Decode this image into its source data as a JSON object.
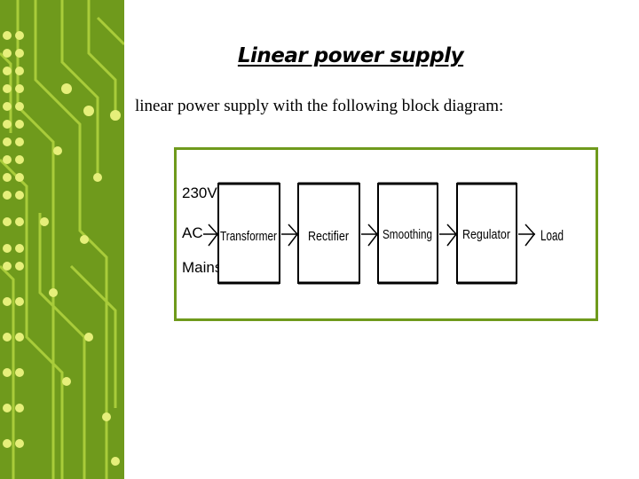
{
  "slide": {
    "title": "Linear power supply",
    "subtitle": "linear power supply with the following block diagram:"
  },
  "diagram": {
    "input_lines": [
      "230V",
      "AC",
      "Mains"
    ],
    "blocks": [
      "Transformer",
      "Rectifier",
      "Smoothing",
      "Regulator"
    ],
    "output": "Load"
  },
  "colors": {
    "panel": "#6f9a1c",
    "trace": "#a9cc3a",
    "pad": "#e6ef7a",
    "frame": "#6f9a1c",
    "block_border": "#000000"
  }
}
